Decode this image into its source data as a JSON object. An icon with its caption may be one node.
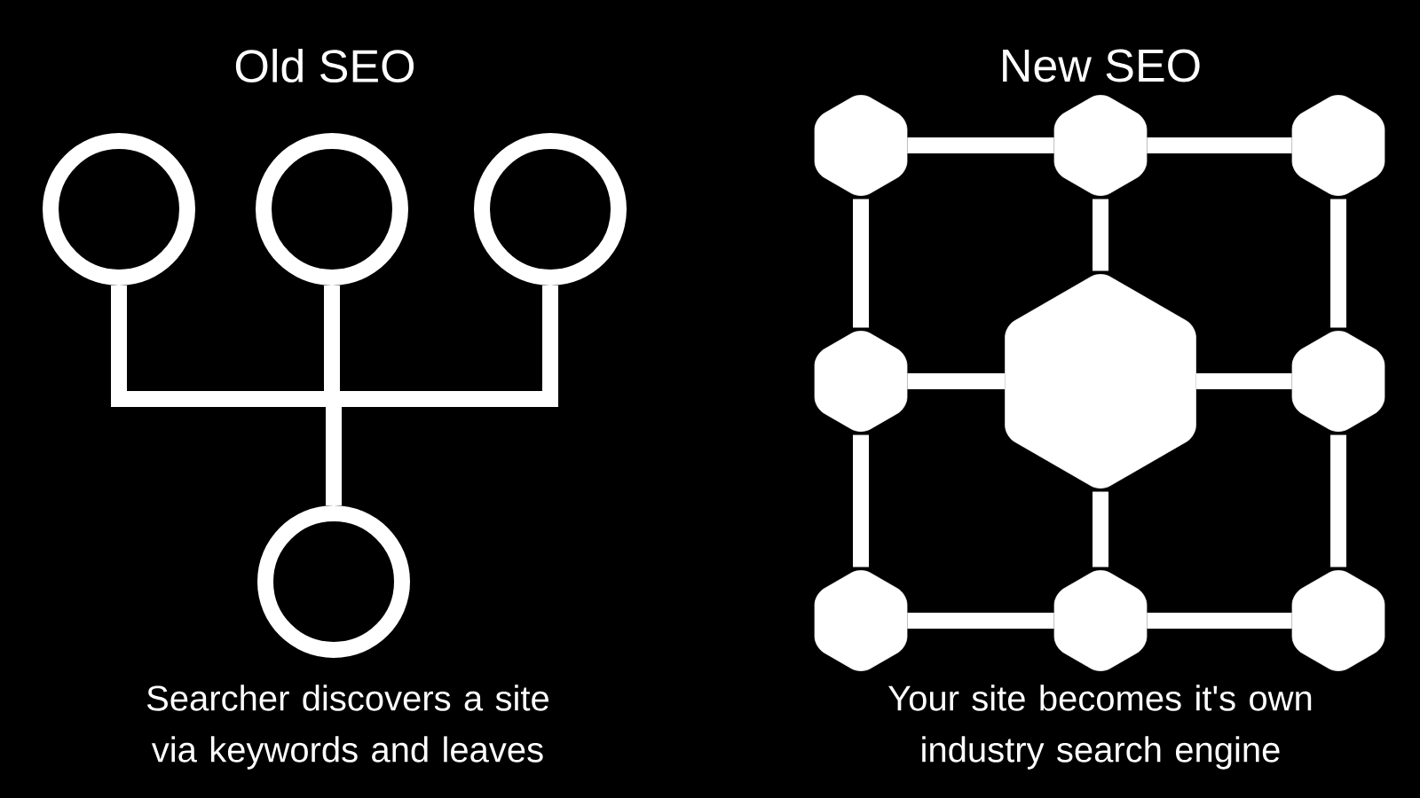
{
  "diagram": {
    "nodes": [
      {
        "text": [],
        "shape": "circle"
      },
      {
        "text": [],
        "shape": "circle"
      },
      {
        "text": [],
        "shape": "circle"
      },
      {
        "text": [],
        "shape": "circle"
      },
      {
        "text": [],
        "shape": "hexagon"
      },
      {
        "text": [],
        "shape": "hexagon"
      },
      {
        "text": [],
        "shape": "hexagon"
      },
      {
        "text": [],
        "shape": "hexagon"
      },
      {
        "text": [],
        "shape": "hexagon"
      },
      {
        "text": [],
        "shape": "hexagon"
      },
      {
        "text": [],
        "shape": "hexagon"
      },
      {
        "text": [],
        "shape": "hexagon"
      },
      {
        "text": [],
        "shape": "hexagon"
      }
    ],
    "edges": [
      {
        "from": 0,
        "to": 3,
        "arrow": "none"
      },
      {
        "from": 1,
        "to": 3,
        "arrow": "none"
      },
      {
        "from": 2,
        "to": 3,
        "arrow": "none"
      },
      {
        "from": 4,
        "to": 5,
        "arrow": "none"
      },
      {
        "from": 5,
        "to": 6,
        "arrow": "none"
      },
      {
        "from": 4,
        "to": 7,
        "arrow": "none"
      },
      {
        "from": 5,
        "to": 8,
        "arrow": "none"
      },
      {
        "from": 6,
        "to": 9,
        "arrow": "none"
      },
      {
        "from": 7,
        "to": 8,
        "arrow": "none"
      },
      {
        "from": 8,
        "to": 9,
        "arrow": "none"
      },
      {
        "from": 7,
        "to": 10,
        "arrow": "none"
      },
      {
        "from": 8,
        "to": 11,
        "arrow": "none"
      },
      {
        "from": 9,
        "to": 12,
        "arrow": "none"
      },
      {
        "from": 10,
        "to": 11,
        "arrow": "none"
      },
      {
        "from": 11,
        "to": 12,
        "arrow": "none"
      }
    ],
    "labels": [
      "Old SEO",
      "New SEO",
      "Searcher discovers a site via keywords and leaves",
      "Your site becomes it's own industry search engine"
    ]
  }
}
